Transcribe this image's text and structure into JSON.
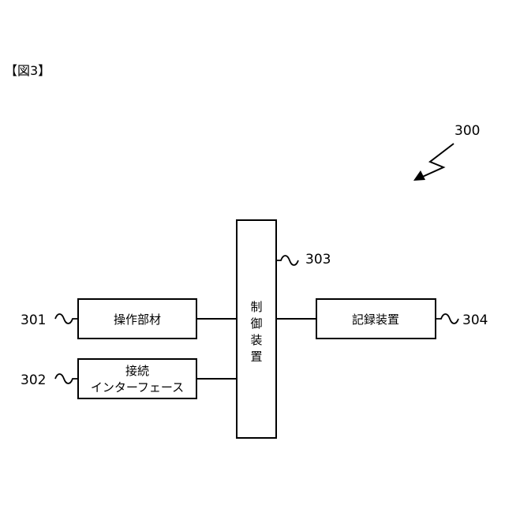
{
  "figure_label": "【図3】",
  "system_ref": "300",
  "blocks": {
    "operation_member": {
      "ref": "301",
      "label": "操作部材"
    },
    "connection_interface": {
      "ref": "302",
      "label_line1": "接続",
      "label_line2": "インターフェース"
    },
    "control_device": {
      "ref": "303",
      "label_chars": [
        "制",
        "御",
        "装",
        "置"
      ]
    },
    "recording_device": {
      "ref": "304",
      "label": "記録装置"
    }
  },
  "colors": {
    "line": "#000000",
    "background": "#ffffff"
  }
}
